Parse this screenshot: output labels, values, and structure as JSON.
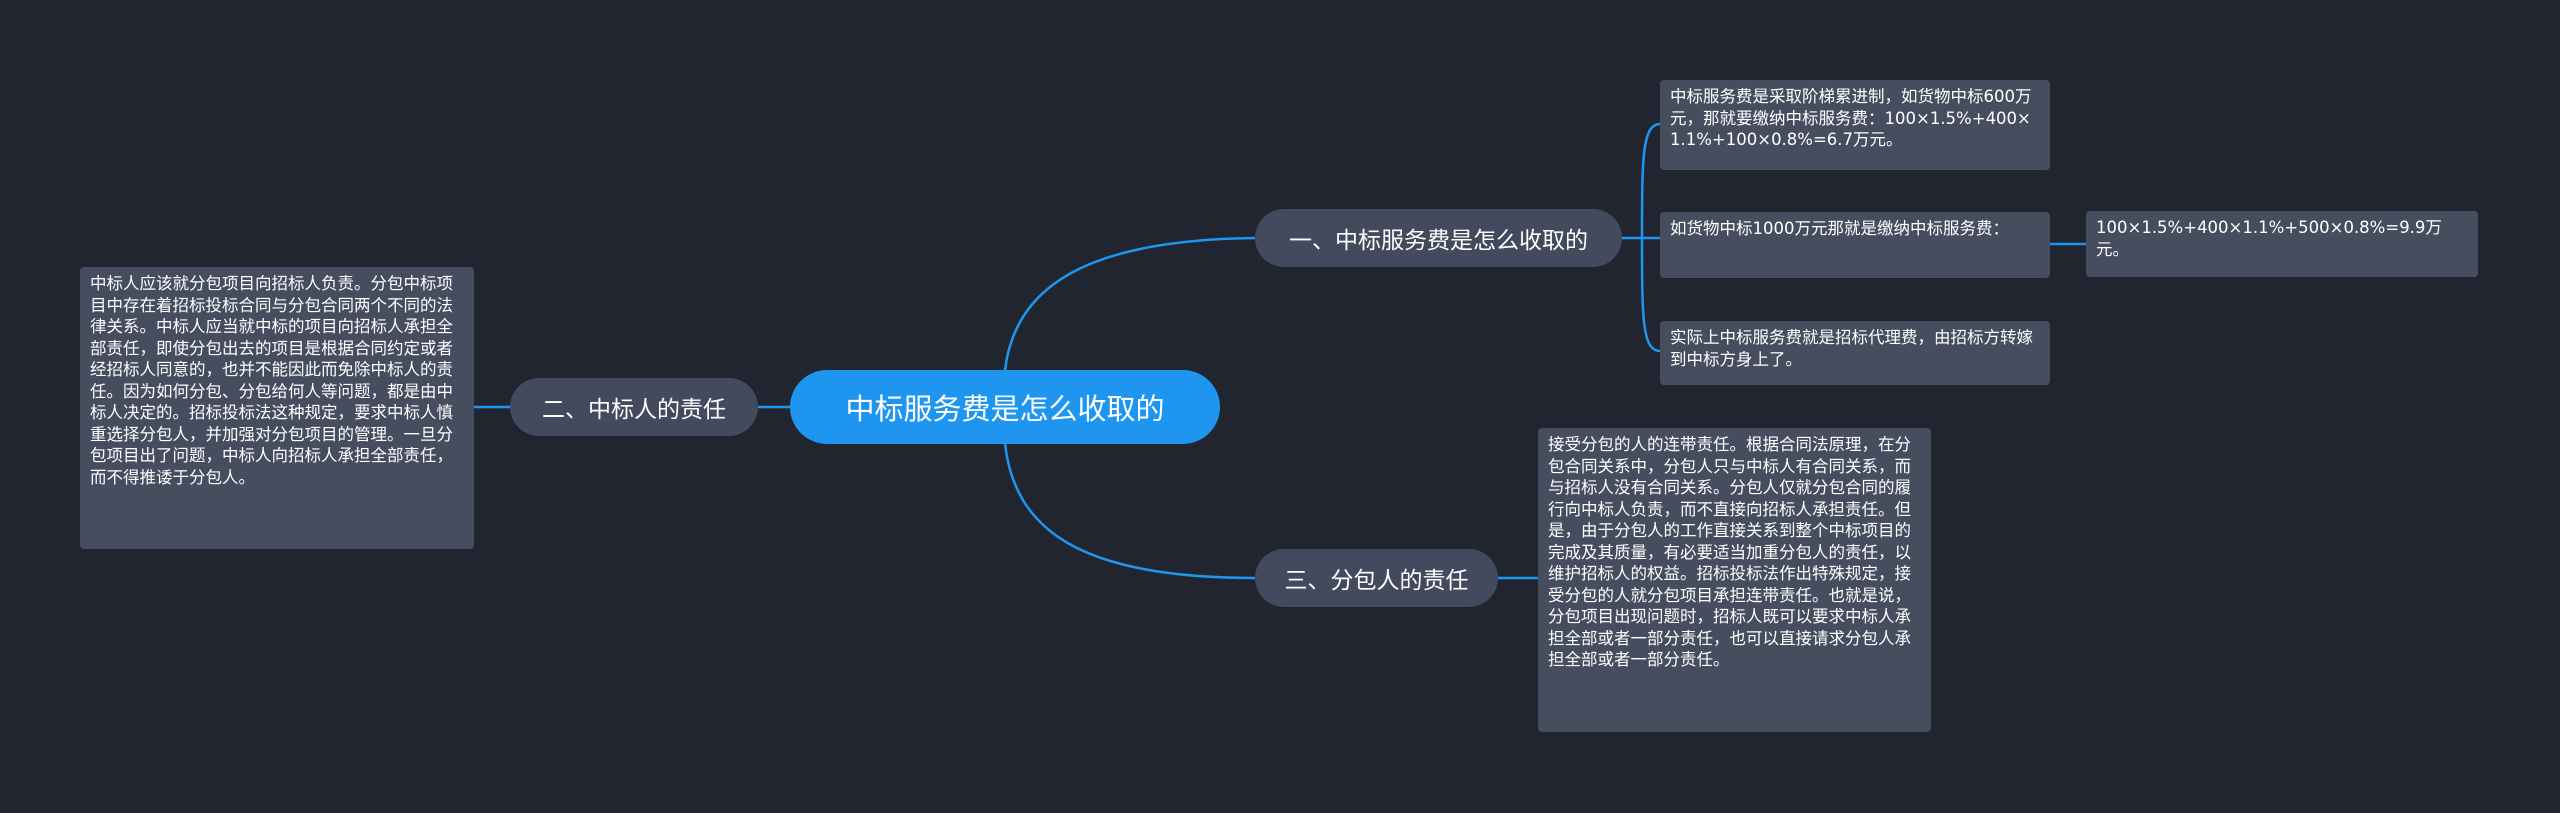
{
  "root": {
    "label": "中标服务费是怎么收取的"
  },
  "branches": [
    {
      "label": "一、中标服务费是怎么收取的"
    },
    {
      "label": "二、中标人的责任"
    },
    {
      "label": "三、分包人的责任"
    }
  ],
  "leaves": {
    "b1_1": "中标服务费是采取阶梯累进制，如货物中标600万元，那就要缴纳中标服务费：100×1.5%+400×1.1%+100×0.8%=6.7万元。",
    "b1_2": "如货物中标1000万元那就是缴纳中标服务费：",
    "b1_2_1": "100×1.5%+400×1.1%+500×0.8%=9.9万元。",
    "b1_3": "实际上中标服务费就是招标代理费，由招标方转嫁到中标方身上了。",
    "b2_1": "中标人应该就分包项目向招标人负责。分包中标项目中存在着招标投标合同与分包合同两个不同的法律关系。中标人应当就中标的项目向招标人承担全部责任，即使分包出去的项目是根据合同约定或者经招标人同意的，也并不能因此而免除中标人的责任。因为如何分包、分包给何人等问题，都是由中标人决定的。招标投标法这种规定，要求中标人慎重选择分包人，并加强对分包项目的管理。一旦分包项目出了问题，中标人向招标人承担全部责任，而不得推诿于分包人。",
    "b3_1": "接受分包的人的连带责任。根据合同法原理，在分包合同关系中，分包人只与中标人有合同关系，而与招标人没有合同关系。分包人仅就分包合同的履行向中标人负责，而不直接向招标人承担责任。但是，由于分包人的工作直接关系到整个中标项目的完成及其质量，有必要适当加重分包人的责任，以维护招标人的权益。招标投标法作出特殊规定，接受分包的人就分包项目承担连带责任。也就是说，分包项目出现问题时，招标人既可以要求中标人承担全部或者一部分责任，也可以直接请求分包人承担全部或者一部分责任。"
  },
  "colors": {
    "background": "#21252f",
    "root_fill": "#1e96f0",
    "branch_fill": "#434a5d",
    "leaf_fill": "#464d5f",
    "connector": "#1e96f0",
    "text": "#ffffff"
  }
}
